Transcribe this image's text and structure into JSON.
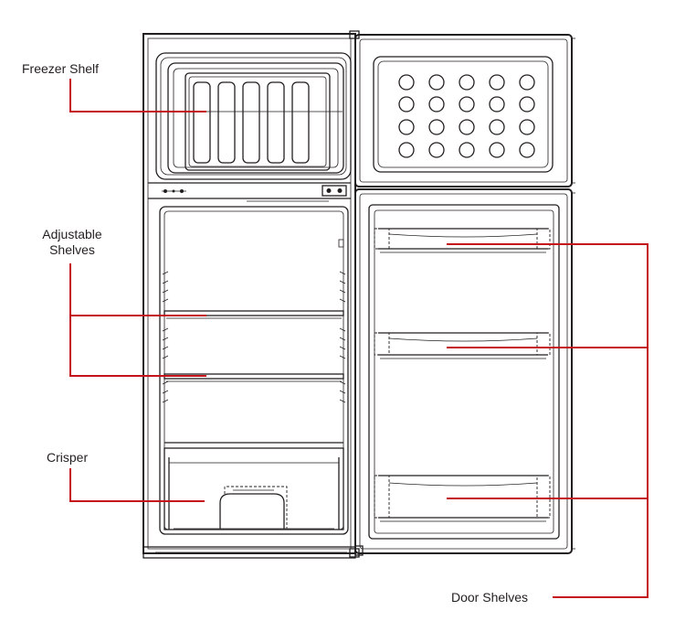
{
  "labels": {
    "freezer_shelf": "Freezer Shelf",
    "adjustable_shelves_line1": "Adjustable",
    "adjustable_shelves_line2": "Shelves",
    "crisper": "Crisper",
    "door_shelves": "Door Shelves"
  },
  "colors": {
    "leader": "#c3141e",
    "outline": "#231f20",
    "background": "#ffffff"
  }
}
